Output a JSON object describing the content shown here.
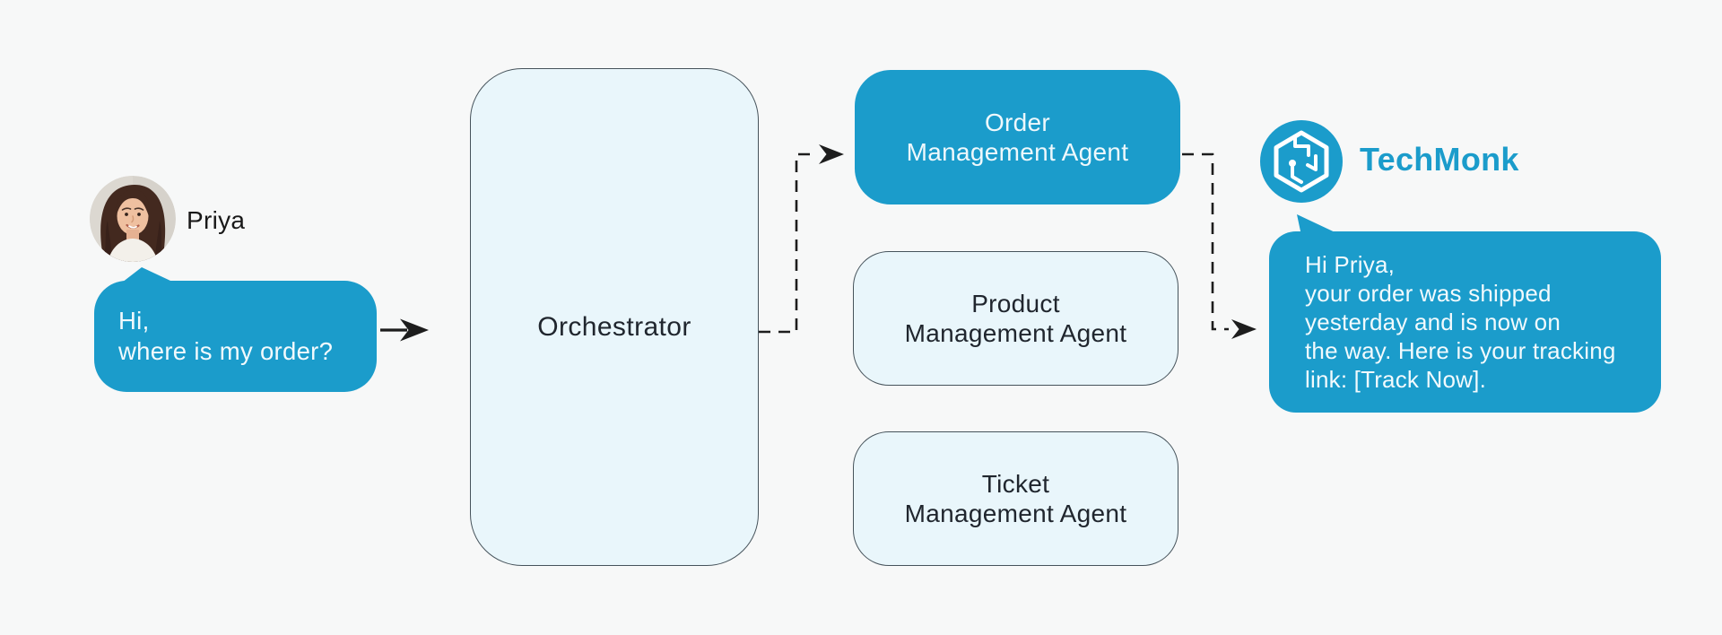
{
  "colors": {
    "background": "#f7f8f8",
    "accent_blue": "#1b9ccb",
    "light_box_fill": "#e9f6fb",
    "box_border": "#46535b",
    "connector": "#1d1d1d",
    "text_dark": "#20262e",
    "text_on_blue": "#f2fafd"
  },
  "user": {
    "name": "Priya",
    "avatar_alt": "woman-portrait-photo",
    "message": {
      "line1": "Hi,",
      "line2": "where is my order?"
    }
  },
  "orchestrator": {
    "label": "Orchestrator"
  },
  "agents": {
    "order": {
      "line1": "Order",
      "line2": "Management Agent"
    },
    "product": {
      "line1": "Product",
      "line2": "Management Agent"
    },
    "ticket": {
      "line1": "Ticket",
      "line2": "Management Agent"
    }
  },
  "brand": {
    "name": "TechMonk",
    "logo_icon": "hexagon-circuit-icon"
  },
  "response": {
    "lines": [
      "Hi Priya,",
      "your order was shipped",
      "yesterday and is now on",
      "the way. Here is your tracking",
      "link: [Track Now]."
    ]
  },
  "icons": {
    "user_to_orchestrator": "solid-right-arrow-icon",
    "orchestrator_to_order_agent": "dashed-elbow-right-arrow-icon",
    "order_agent_to_response": "dashed-elbow-right-arrow-icon"
  }
}
